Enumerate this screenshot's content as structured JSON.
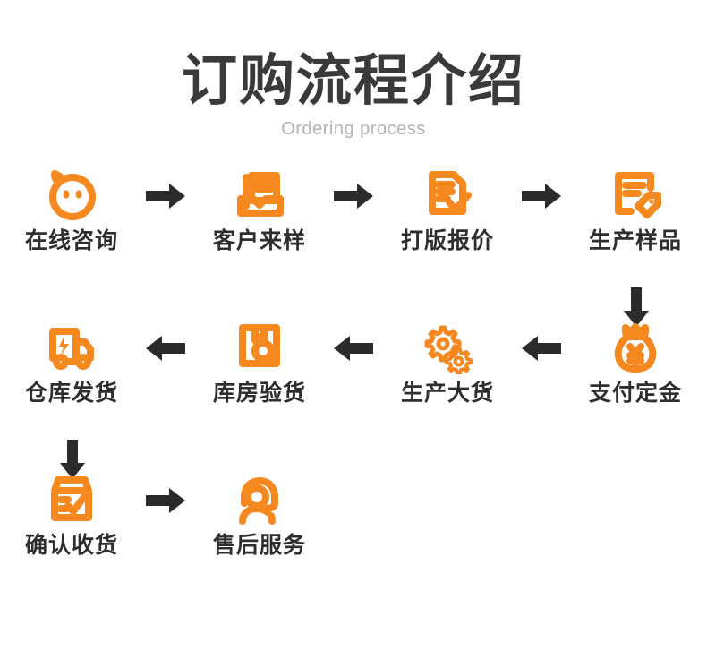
{
  "header": {
    "title": "订购流程介绍",
    "subtitle": "Ordering process"
  },
  "colors": {
    "accent_orange": "#f5881f",
    "arrow_dark": "#2b2b2b",
    "title_gray": "#3a3a3a",
    "subtitle_gray": "#b2b2b2",
    "label_dark": "#2e2e2e",
    "background": "#ffffff"
  },
  "flow": {
    "row1": {
      "direction": "left-to-right",
      "steps": [
        {
          "label": "在线咨询",
          "icon": "chat-face-icon"
        },
        {
          "label": "客户来样",
          "icon": "document-tray-icon"
        },
        {
          "label": "打版报价",
          "icon": "document-check-icon"
        },
        {
          "label": "生产样品",
          "icon": "document-tag-icon"
        }
      ],
      "connectors": [
        "arrow-right",
        "arrow-right",
        "arrow-right"
      ]
    },
    "row2": {
      "direction": "right-to-left",
      "steps": [
        {
          "label": "仓库发货",
          "icon": "delivery-truck-icon"
        },
        {
          "label": "库房验货",
          "icon": "box-search-icon"
        },
        {
          "label": "生产大货",
          "icon": "gears-icon"
        },
        {
          "label": "支付定金",
          "icon": "money-bag-yen-icon"
        }
      ],
      "connectors": [
        "arrow-left",
        "arrow-left",
        "arrow-left"
      ]
    },
    "row3": {
      "direction": "left-to-right",
      "steps": [
        {
          "label": "确认收货",
          "icon": "box-check-icon"
        },
        {
          "label": "售后服务",
          "icon": "headset-support-icon"
        }
      ],
      "connectors": [
        "arrow-right"
      ]
    },
    "vertical_connectors": [
      {
        "name": "row1-to-row2",
        "icon": "arrow-down",
        "side": "right"
      },
      {
        "name": "row2-to-row3",
        "icon": "arrow-down",
        "side": "left"
      }
    ]
  }
}
